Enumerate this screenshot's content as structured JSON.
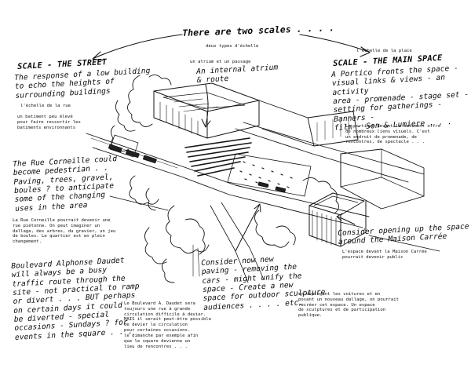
{
  "title": {
    "en": "There are two scales . . . .",
    "fr": "deux types d'échelle"
  },
  "street": {
    "heading": "SCALE - THE STREET",
    "text": "The response of a low building\nto echo the heights of\nsurrounding buildings",
    "fr_label": "l'échelle de la rue",
    "fr_text": "un batiment peu élevé\npour faire ressortir les\nbatiments environnants"
  },
  "atrium": {
    "fr": "un atrium et un passage",
    "en": "An internal atrium\n& route"
  },
  "place": {
    "fr_label": "l'échelle de la place",
    "heading": "SCALE - THE MAIN SPACE",
    "text": "A Portico fronts the space -\nvisual links & views - an activity\narea - promenade - stage set -\nsetting for gatherings - Banners -\nfilm - Son & Lumiere . . .",
    "fr_text": "Le portique devant le batiment offre\nde nombreux liens visuels. C'est\nun endroit de promenade, de\nrencontres, de spectacle . . ."
  },
  "corneille": {
    "text": "The Rue Corneille could\nbecome pedestrian . .\nPaving, trees, gravel,\nboules ? to anticipate\nsome of the changing\nuses in the area",
    "fr_text": "La Rue Corneille pourrait devenir une\nrue piétonne. On peut imaginer un\ndallage, des arbres, du gravier, un jeu\nde boules. Le quartier est en plein\nchangement."
  },
  "maison": {
    "text": "Consider opening up the space\naround the Maison Carrée",
    "fr_text": "L'espace devant la Maison Carrée\npourrait devenir public"
  },
  "daudet": {
    "text": "Boulevard Alphonse Daudet\nwill always be a busy\ntraffic route through the\nsite - not practical to ramp\nor divert . . . BUT perhaps\non certain days it could\nbe diverted - special\noccasions - Sundays ? for\nevents in the square . . .",
    "fr_text": "Le Boulevard A. Daudet sera\ntoujours une rue à grande\ncirculation difficile à devier.\nMAIS il serait peut-être possible\nde devier la circulation\npour certaines occasions.\nle dimanche par exemple afin\nque le square devienne un\nlieu de rencontres . . ."
  },
  "paving": {
    "text": "Consider now new\npaving - removing the\ncars - might unify the\nspace - Create a new\nspace for outdoor sculpture\naudiences . . . . etc.",
    "fr_text": "en déplaçant les voitures et en\nposant un nouveau dallage, on pourrait\nrecréer cet espace. Un espace\nde sculptures et de participation\npublique."
  }
}
